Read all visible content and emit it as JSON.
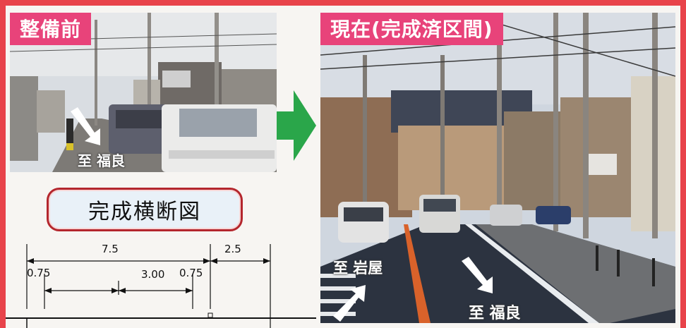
{
  "before": {
    "tag": "整備前",
    "direction_label": "至 福良"
  },
  "after": {
    "tag": "現在(完成済区間)",
    "direction_left": "至 岩屋",
    "direction_right": "至 福良"
  },
  "cross_section": {
    "title": "完成横断図",
    "dim_total": "7.5",
    "dim_right": "2.5",
    "dim_left_small": "0.75",
    "dim_center": "3.00",
    "dim_right_small": "0.75"
  },
  "colors": {
    "frame": "#e8434a",
    "tag_bg": "#e8437a",
    "arrow": "#2aa64a"
  }
}
